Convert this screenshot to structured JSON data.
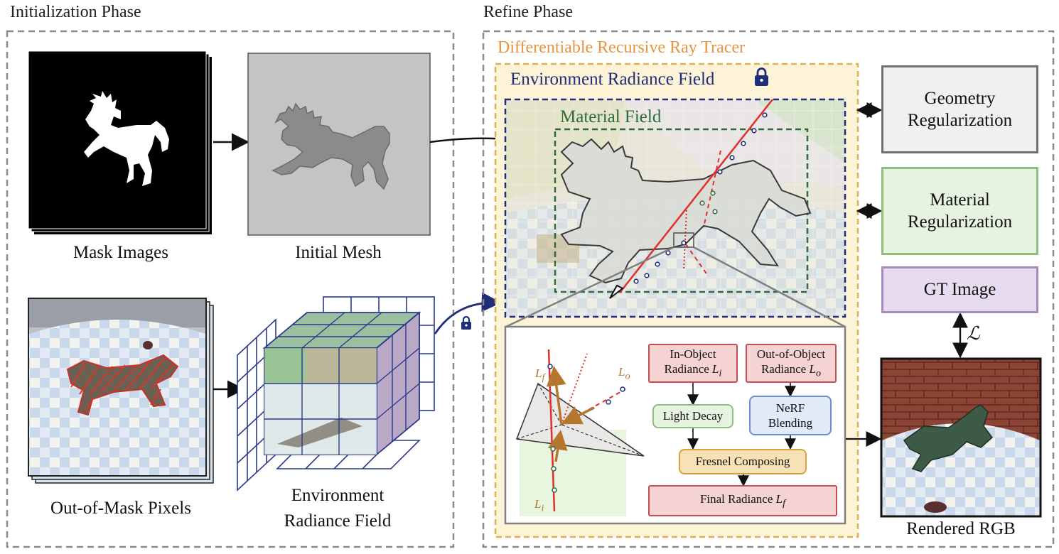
{
  "phases": {
    "init": "Initialization Phase",
    "refine": "Refine Phase"
  },
  "init": {
    "mask_images": "Mask Images",
    "initial_mesh": "Initial Mesh",
    "out_of_mask": "Out-of-Mask Pixels",
    "env_field_line1": "Environment",
    "env_field_line2": "Radiance Field"
  },
  "refine": {
    "tracer_title": "Differentiable Recursive Ray Tracer",
    "env_title": "Environment Radiance Field",
    "material_title": "Material Field",
    "geometry_reg_line1": "Geometry",
    "geometry_reg_line2": "Regularization",
    "material_reg_line1": "Material",
    "material_reg_line2": "Regularization",
    "gt_image": "GT Image",
    "loss": "ℒ",
    "rendered": "Rendered RGB"
  },
  "detail": {
    "in_object_line1": "In-Object",
    "in_object_line2": "Radiance",
    "in_object_sym": "L",
    "in_object_sub": "i",
    "out_object_line1": "Out-of-Object",
    "out_object_line2": "Radiance",
    "out_object_sym": "L",
    "out_object_sub": "o",
    "light_decay": "Light Decay",
    "nerf_line1": "NeRF",
    "nerf_line2": "Blending",
    "fresnel": "Fresnel Composing",
    "final": "Final Radiance",
    "final_sym": "L",
    "final_sub": "f",
    "label_lf": "L",
    "label_lf_sub": "f",
    "label_lo": "L",
    "label_lo_sub": "o",
    "label_li": "L",
    "label_li_sub": "i"
  },
  "colors": {
    "dashed_gray": "#8a8a8a",
    "tracer_orange": "#e69440",
    "tracer_fill": "#fdf3d6",
    "env_blue": "#1f2d7a",
    "material_green": "#2f6b3c",
    "ray_red": "#e0302a",
    "arrow_brown": "#b5762e",
    "geometry_fill": "#f0f0f0",
    "geometry_border": "#707070",
    "material_fill": "#e7f3e1",
    "material_border": "#8fbe7d",
    "gt_fill": "#e7dcef",
    "gt_border": "#a58abf",
    "pink_fill": "#f6d3d3",
    "pink_border": "#c34f52",
    "green_fill": "#e7f3e1",
    "blue_fill": "#e1eaf7",
    "blue_border": "#6e8fcf",
    "gold_fill": "#f7e2b5",
    "gold_border": "#d3a23a"
  },
  "icons": [
    "lock-icon",
    "horse-silhouette",
    "grid-volume",
    "checker-floor",
    "brick-wall"
  ]
}
